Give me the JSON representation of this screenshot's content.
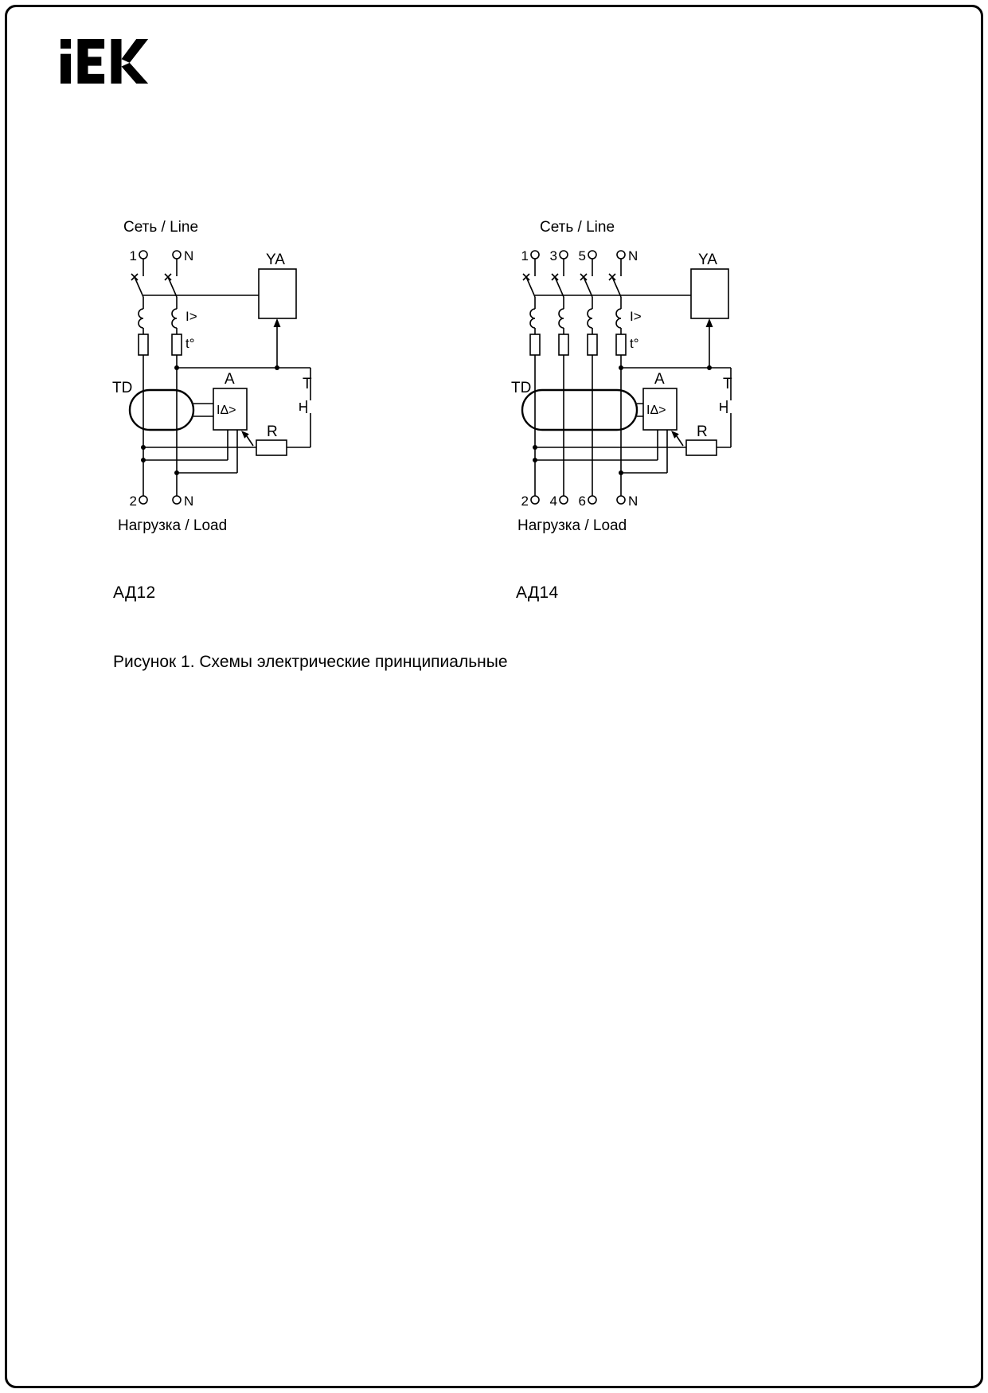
{
  "logo": {
    "brand": "IEK"
  },
  "figure": {
    "caption": "Рисунок 1. Схемы электрические принципиальные"
  },
  "diagrams": {
    "ad12": {
      "name": "АД12",
      "line_label": "Сеть / Line",
      "load_label": "Нагрузка / Load",
      "top_terminals": [
        "1",
        "N"
      ],
      "bottom_terminals": [
        "2",
        "N"
      ],
      "labels": {
        "trip_coil": "YA",
        "overcurrent": "I>",
        "thermal": "t°",
        "transformer": "TD",
        "amplifier": "A",
        "differential": "IΔ>",
        "test": "T",
        "resistor": "R"
      }
    },
    "ad14": {
      "name": "АД14",
      "line_label": "Сеть / Line",
      "load_label": "Нагрузка / Load",
      "top_terminals": [
        "1",
        "3",
        "5",
        "N"
      ],
      "bottom_terminals": [
        "2",
        "4",
        "6",
        "N"
      ],
      "labels": {
        "trip_coil": "YA",
        "overcurrent": "I>",
        "thermal": "t°",
        "transformer": "TD",
        "amplifier": "A",
        "differential": "IΔ>",
        "test": "T",
        "resistor": "R"
      }
    }
  }
}
